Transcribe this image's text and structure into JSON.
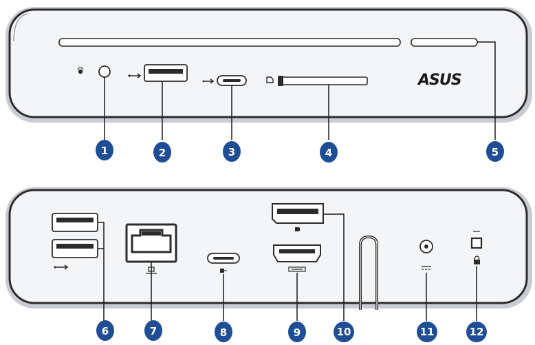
{
  "brand": {
    "logo_text": "ASUS"
  },
  "colors": {
    "callout": "#1f4e96",
    "outline": "#2b2b2b",
    "body_fill": "#f4f5f7",
    "shadow": "#c9ccd2",
    "leader": "#1a1a1a"
  },
  "front_panel": {
    "callouts": [
      "1",
      "2",
      "3",
      "4",
      "5"
    ],
    "icons": [
      "headphone-icon",
      "usb-icon",
      "usb-c-icon",
      "card-reader-icon"
    ]
  },
  "rear_panel": {
    "callouts": [
      "6",
      "7",
      "8",
      "9",
      "10",
      "11",
      "12"
    ],
    "icons": [
      "usb-icon",
      "network-icon",
      "displayport-icon",
      "hdmi-icon",
      "dc-in-icon",
      "lock-icon"
    ]
  }
}
